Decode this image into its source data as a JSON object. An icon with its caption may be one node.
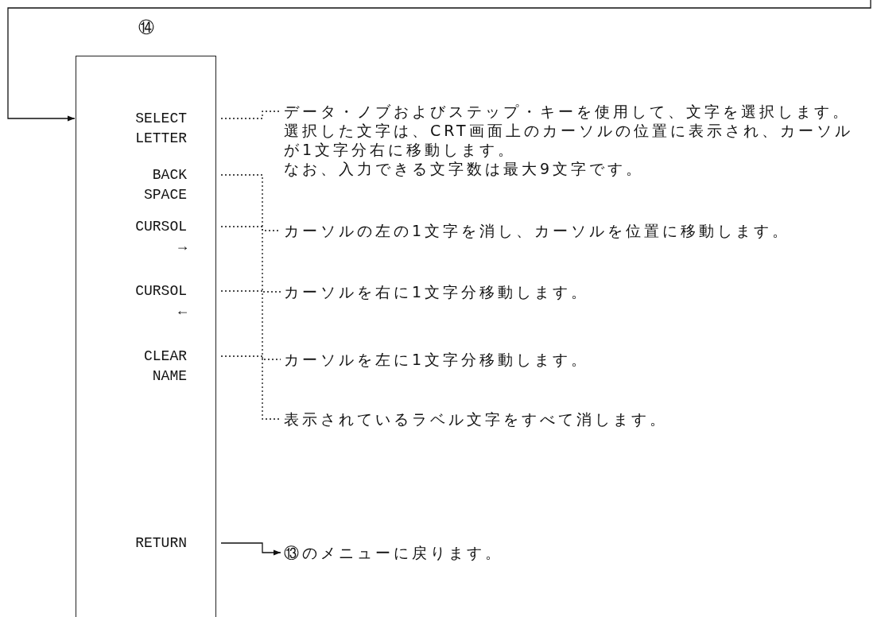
{
  "diagram": {
    "nodes": [
      {
        "text": [
          "⑭"
        ]
      },
      {
        "text": [
          "SELECT LETTER"
        ],
        "in": 0
      },
      {
        "text": [
          "BACK SPACE"
        ],
        "in": 0
      },
      {
        "text": [
          "CURSOL →"
        ],
        "in": 0
      },
      {
        "text": [
          "CURSOL ←"
        ],
        "in": 0
      },
      {
        "text": [
          "CLEAR NAME"
        ],
        "in": 0
      },
      {
        "text": [
          "RETURN"
        ],
        "in": 0
      },
      {
        "text": [
          "データ・ノブおよびステップ・キーを使用して、文字を選択します。",
          "選択した文字は、CRT画面上のカーソルの位置に表示され、カーソルが1文字分右に移動します。",
          "なお、入力できる文字数は最大9文字です。"
        ]
      },
      {
        "text": [
          "カーソルの左の1文字を消し、カーソルを位置に移動します。"
        ]
      },
      {
        "text": [
          "カーソルを右に1文字分移動します。"
        ]
      },
      {
        "text": [
          "カーソルを左に1文字分移動します。"
        ]
      },
      {
        "text": [
          "表示されているラベル文字をすべて消します。"
        ]
      },
      {
        "text": [
          "⑬のメニューに戻ります。"
        ]
      }
    ],
    "edges": [
      {
        "from": null,
        "to": 1,
        "arrow": "to"
      },
      {
        "from": 1,
        "to": 7,
        "arrow": "none",
        "style": "dashed"
      },
      {
        "from": 2,
        "to": 8,
        "arrow": "none",
        "style": "dashed"
      },
      {
        "from": 3,
        "to": 9,
        "arrow": "none",
        "style": "dashed"
      },
      {
        "from": 4,
        "to": 10,
        "arrow": "none",
        "style": "dashed"
      },
      {
        "from": 5,
        "to": 11,
        "arrow": "none",
        "style": "dashed"
      },
      {
        "from": 6,
        "to": 12,
        "arrow": "to"
      }
    ]
  }
}
